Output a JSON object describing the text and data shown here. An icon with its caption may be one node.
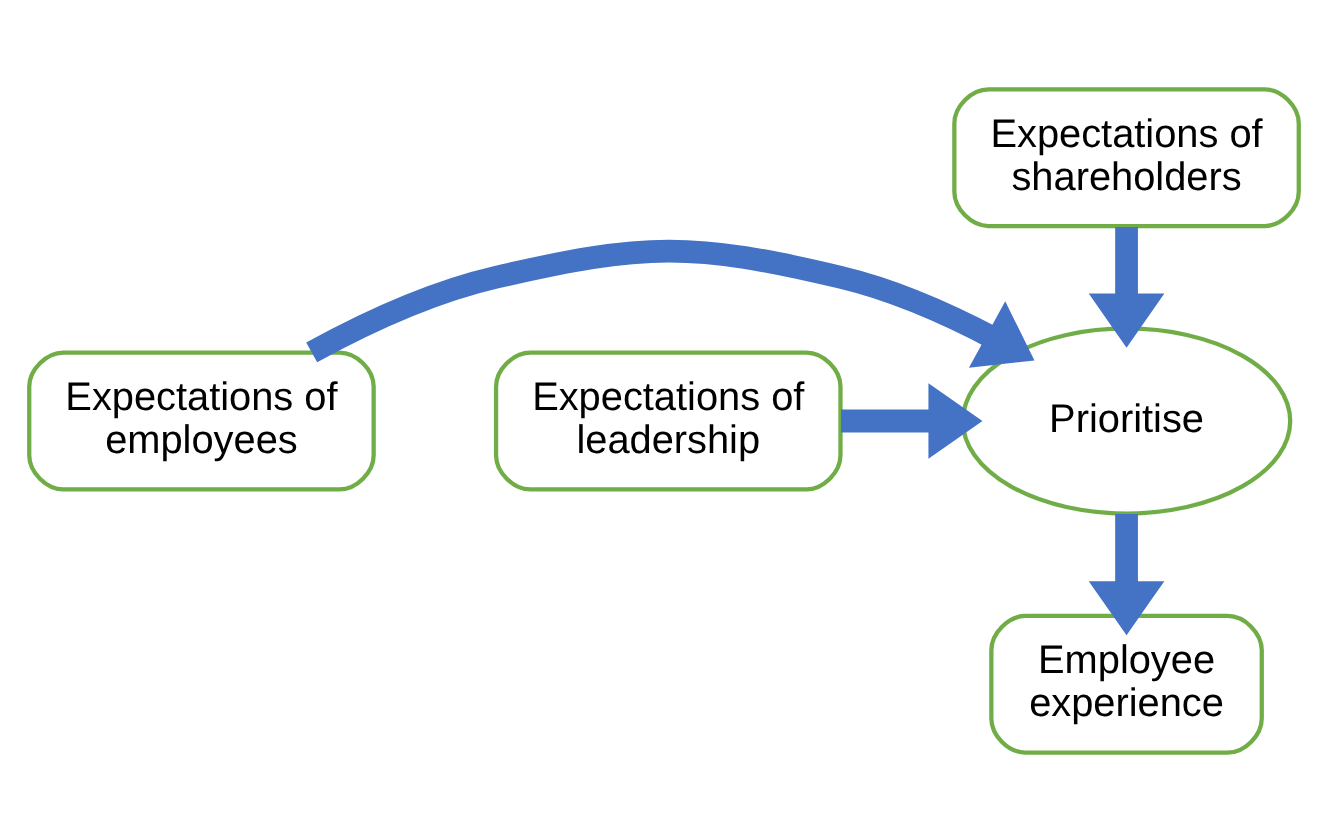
{
  "diagram": {
    "nodes": [
      {
        "text": [
          "Expectations of shareholders"
        ]
      },
      {
        "text": [
          "Expectations of employees"
        ]
      },
      {
        "text": [
          "Prioritise"
        ]
      },
      {
        "text": [
          "Expectations of leadership"
        ]
      },
      {
        "text": [
          "Employee experience"
        ]
      }
    ],
    "edges": [
      {
        "from": 0,
        "to": 2,
        "arrow": "to"
      },
      {
        "from": 1,
        "to": 2,
        "arrow": "to"
      },
      {
        "from": 3,
        "to": 2,
        "arrow": "to"
      },
      {
        "from": 2,
        "to": 4,
        "arrow": "to"
      }
    ]
  }
}
